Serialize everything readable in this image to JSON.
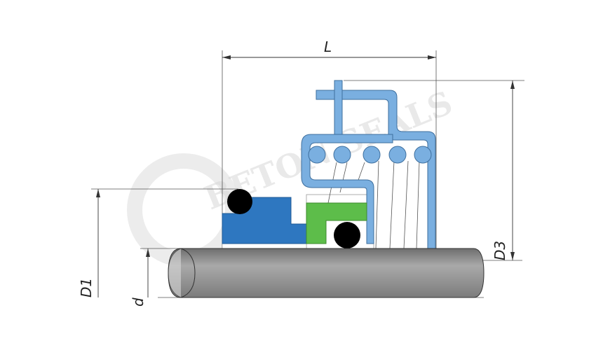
{
  "diagram": {
    "labels": {
      "length": "L",
      "d3": "D3",
      "d1": "D1",
      "d": "d"
    },
    "watermark": "BETON SEALS",
    "colors": {
      "spring_part": "#7aafe0",
      "rotating_ring": "#2e77c0",
      "seat_ring": "#5dbd4a",
      "o_ring": "#000000",
      "shaft": "#8a8a8a",
      "line": "#555555"
    }
  }
}
